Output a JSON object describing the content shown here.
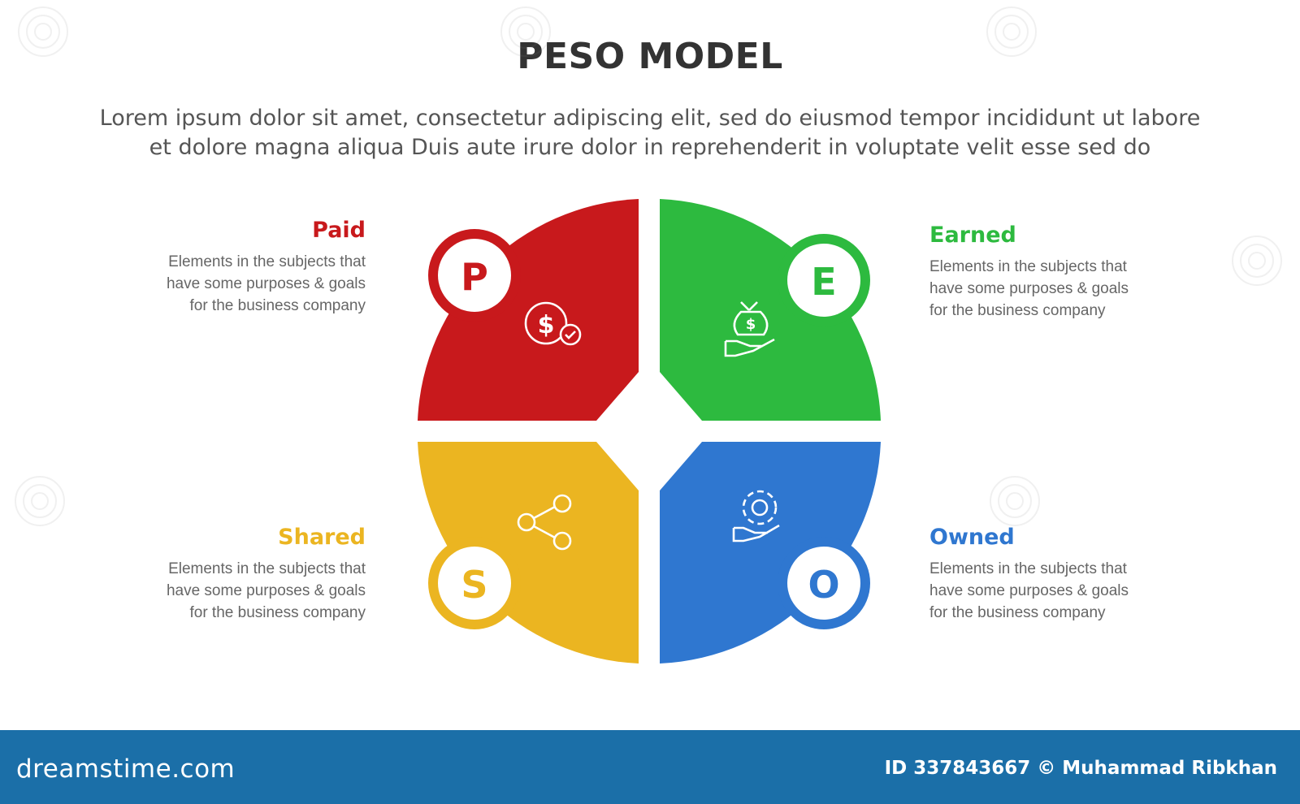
{
  "title": "PESO MODEL",
  "subtitle_line1": "Lorem ipsum dolor sit amet, consectetur adipiscing elit, sed do eiusmod tempor incididunt ut labore",
  "subtitle_line2": "et dolore magna aliqua Duis aute irure dolor in reprehenderit in voluptate velit esse sed do",
  "quadrants": [
    {
      "key": "paid",
      "letter": "P",
      "title": "Paid",
      "color": "#c8191c",
      "desc": [
        "Elements in the subjects that",
        "have  some purposes & goals",
        "for the  business company"
      ],
      "icon": "dollar-check-icon"
    },
    {
      "key": "earned",
      "letter": "E",
      "title": "Earned",
      "color": "#2dba3f",
      "desc": [
        "Elements in the subjects that",
        "have  some purposes & goals",
        "for the  business company"
      ],
      "icon": "money-bag-hand-icon"
    },
    {
      "key": "shared",
      "letter": "S",
      "title": "Shared",
      "color": "#ebb521",
      "desc": [
        "Elements in the subjects that",
        "have  some purposes & goals",
        "for the  business company"
      ],
      "icon": "share-icon"
    },
    {
      "key": "owned",
      "letter": "O",
      "title": "Owned",
      "color": "#2f77d0",
      "desc": [
        "Elements in the subjects that",
        "have  some purposes & goals",
        "for the  business company"
      ],
      "icon": "gear-hand-icon"
    }
  ],
  "footer": {
    "brand": "dreamstime.com",
    "id_text": "ID 337843667 © Muhammad Ribkhan",
    "color": "#1b6fa8"
  }
}
